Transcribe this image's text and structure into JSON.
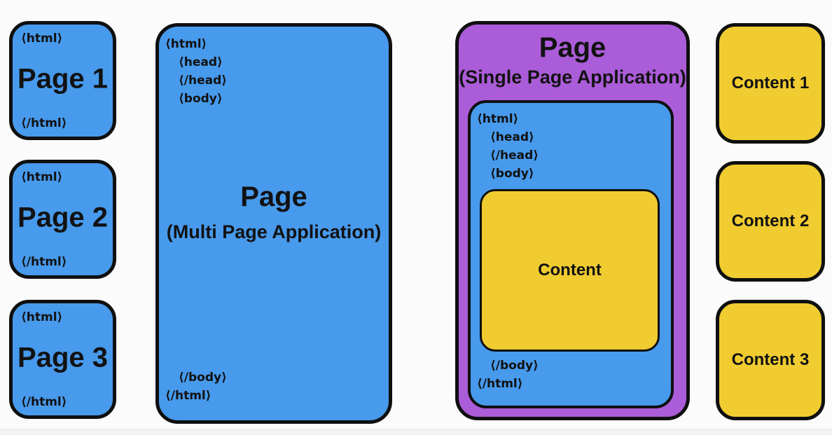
{
  "colors": {
    "blue": "#479aec",
    "purple": "#ab5cd8",
    "yellow": "#f0cc30",
    "border": "#0f0f0f",
    "background": "#fbfbfb"
  },
  "left_pages": [
    {
      "open_tag": "⟨html⟩",
      "label": "Page 1",
      "close_tag": "⟨/html⟩"
    },
    {
      "open_tag": "⟨html⟩",
      "label": "Page 2",
      "close_tag": "⟨/html⟩"
    },
    {
      "open_tag": "⟨html⟩",
      "label": "Page 3",
      "close_tag": "⟨/html⟩"
    }
  ],
  "mpa": {
    "tags_top": [
      "⟨html⟩",
      "⟨head⟩",
      "⟨/head⟩",
      "⟨body⟩"
    ],
    "title": "Page",
    "subtitle": "(Multi Page Application)",
    "tags_bottom": [
      "⟨/body⟩",
      "⟨/html⟩"
    ]
  },
  "spa": {
    "title": "Page",
    "subtitle": "(Single Page Application)",
    "inner": {
      "tags_top": [
        "⟨html⟩",
        "⟨head⟩",
        "⟨/head⟩",
        "⟨body⟩"
      ],
      "content_label": "Content",
      "tags_bottom": [
        "⟨/body⟩",
        "⟨/html⟩"
      ]
    }
  },
  "right_contents": [
    {
      "label": "Content 1"
    },
    {
      "label": "Content 2"
    },
    {
      "label": "Content 3"
    }
  ]
}
